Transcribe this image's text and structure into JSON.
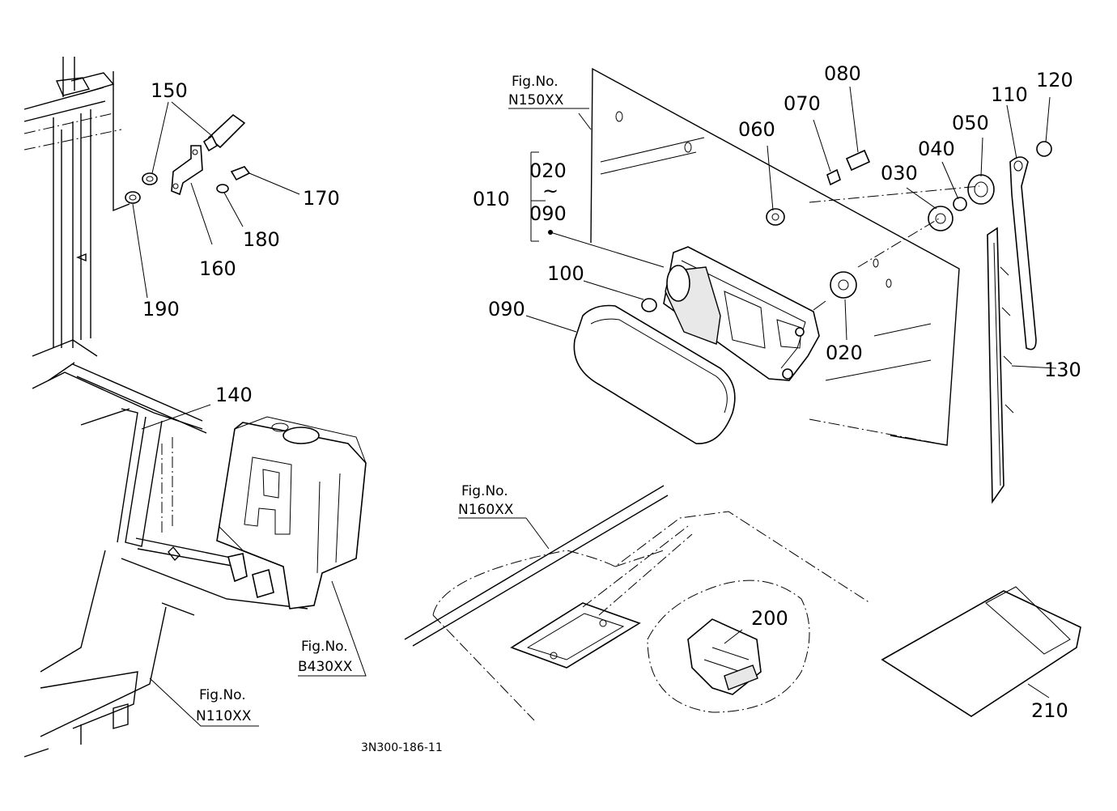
{
  "labels": {
    "p010": "010",
    "p020a": "020",
    "tilde": "~",
    "p090a": "090",
    "p020": "020",
    "p030": "030",
    "p040": "040",
    "p050": "050",
    "p060": "060",
    "p070": "070",
    "p080": "080",
    "p090": "090",
    "p100": "100",
    "p110": "110",
    "p120": "120",
    "p130": "130",
    "p140": "140",
    "p150": "150",
    "p160": "160",
    "p170": "170",
    "p180": "180",
    "p190": "190",
    "p200": "200",
    "p210": "210"
  },
  "figrefs": {
    "n150": {
      "line1": "Fig.No.",
      "line2": "N150XX"
    },
    "n160": {
      "line1": "Fig.No.",
      "line2": "N160XX"
    },
    "b430": {
      "line1": "Fig.No.",
      "line2": "B430XX"
    },
    "n110": {
      "line1": "Fig.No.",
      "line2": "N110XX"
    }
  },
  "drawing_code": "3N300-186-11"
}
